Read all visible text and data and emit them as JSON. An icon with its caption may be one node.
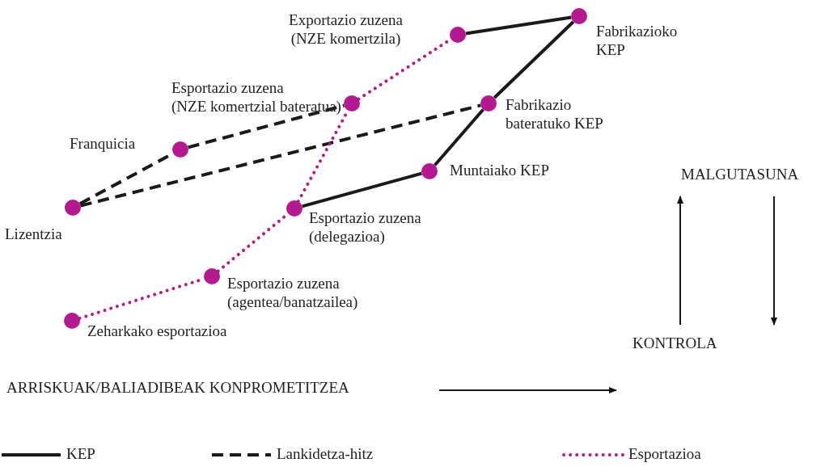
{
  "diagram": {
    "nodes": [
      {
        "text": [
          "Exportazio zuzena (NZE komertzila)"
        ]
      },
      {
        "text": [
          "Fabrikazioko KEP"
        ]
      },
      {
        "text": [
          "Esportazio zuzena (NZE komertzial bateratua)"
        ]
      },
      {
        "text": [
          "Fabrikazio bateratuko KEP"
        ]
      },
      {
        "text": [
          "Franquicia"
        ]
      },
      {
        "text": [
          "Muntaiako KEP"
        ]
      },
      {
        "text": [
          "Lizentzia"
        ]
      },
      {
        "text": [
          "Esportazio zuzena (delegazioa)"
        ]
      },
      {
        "text": [
          "Esportazio zuzena (agentea/banatzailea)"
        ]
      },
      {
        "text": [
          "Zeharkako esportazioa"
        ]
      },
      {
        "text": [
          "MALGUTASUNA"
        ]
      },
      {
        "text": [
          "KONTROLA"
        ]
      }
    ],
    "edges": [
      {
        "from": 0,
        "to": 1,
        "arrow": "none"
      },
      {
        "from": 1,
        "to": 3,
        "arrow": "none"
      },
      {
        "from": 3,
        "to": 5,
        "arrow": "none"
      },
      {
        "from": 5,
        "to": 7,
        "arrow": "none"
      },
      {
        "from": 6,
        "to": 4,
        "arrow": "none",
        "style": "dashed"
      },
      {
        "from": 4,
        "to": 2,
        "arrow": "none",
        "style": "dashed"
      },
      {
        "from": 6,
        "to": 3,
        "arrow": "none",
        "style": "dashed"
      },
      {
        "from": 9,
        "to": 8,
        "arrow": "none",
        "style": "dashed",
        "color": "#b5198f"
      },
      {
        "from": 8,
        "to": 7,
        "arrow": "none",
        "style": "dashed",
        "color": "#b5198f"
      },
      {
        "from": 7,
        "to": 2,
        "arrow": "none",
        "style": "dashed",
        "color": "#b5198f"
      },
      {
        "from": 2,
        "to": 0,
        "arrow": "none",
        "style": "dashed",
        "color": "#b5198f"
      },
      {
        "from": 11,
        "to": 10,
        "arrow": "to"
      },
      {
        "from": 10,
        "to": 11,
        "arrow": "to"
      }
    ],
    "labels": [
      "ARRISKUAK/BALIADIBEAK KONPROMETITZEA"
    ],
    "legend": [
      {
        "text": "KEP"
      },
      {
        "text": "Lankidetza-hitz"
      },
      {
        "text": "Esportazioa"
      }
    ]
  }
}
